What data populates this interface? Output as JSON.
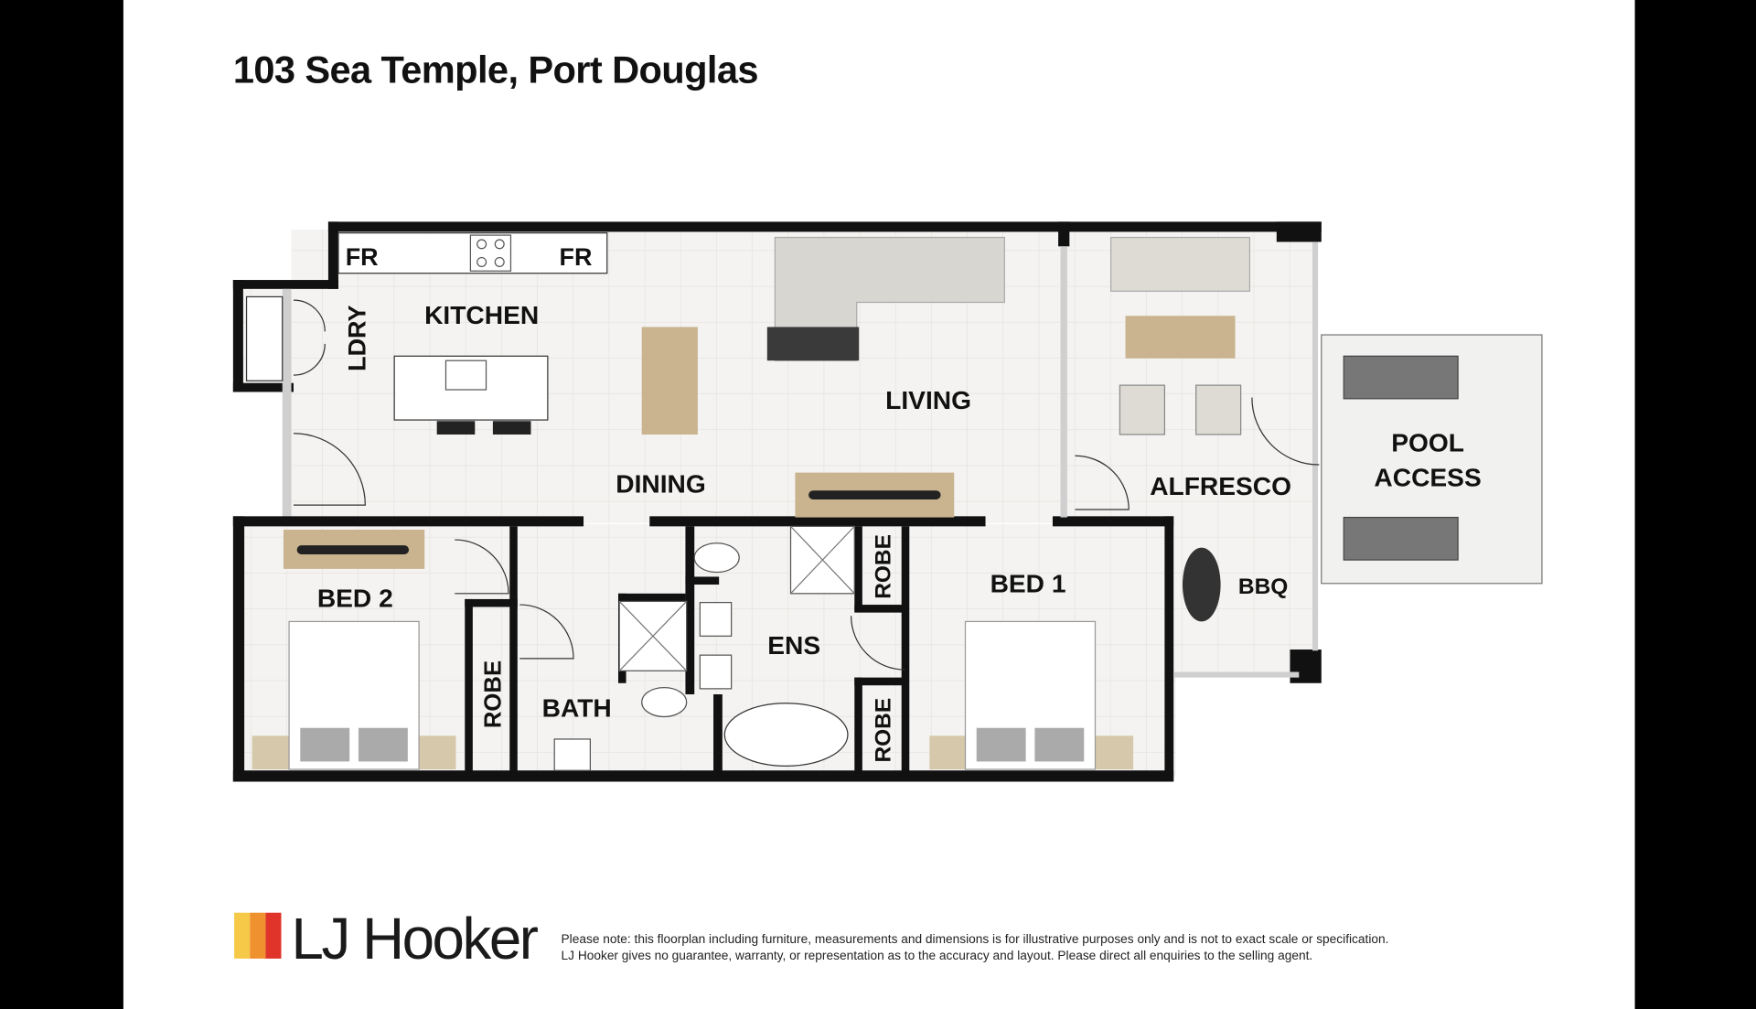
{
  "title": "103 Sea Temple, Port Douglas",
  "rooms": {
    "fr_left": "FR",
    "fr_right": "FR",
    "ldry": "LDRY",
    "kitchen": "KITCHEN",
    "living": "LIVING",
    "dining": "DINING",
    "alfresco": "ALFRESCO",
    "pool_line1": "POOL",
    "pool_line2": "ACCESS",
    "bbq": "BBQ",
    "bed1": "BED 1",
    "bed2": "BED 2",
    "ens": "ENS",
    "bath": "BATH",
    "robe_bed2": "ROBE",
    "robe_ens_top": "ROBE",
    "robe_ens_bottom": "ROBE"
  },
  "footer": {
    "brand": "LJ Hooker",
    "brand_colors": [
      "#f7c948",
      "#f0912f",
      "#e0342a"
    ],
    "note_line1": "Please note: this floorplan including furniture, measurements and dimensions is for illustrative purposes only and is not to exact scale or specification.",
    "note_line2": "LJ Hooker gives no guarantee, warranty, or representation as to the accuracy and layout. Please direct all enquiries to the selling agent."
  }
}
